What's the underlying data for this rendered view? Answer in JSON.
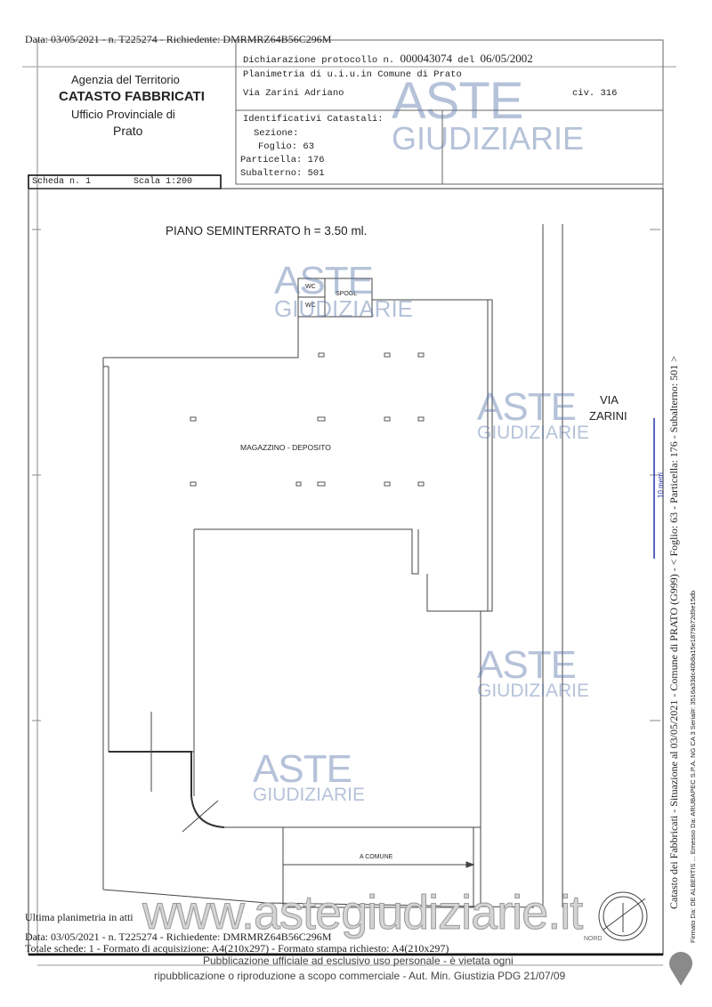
{
  "top_line": "Data: 03/05/2021 - n. T225274 - Richiedente: DMRMRZ64B56C296M",
  "header": {
    "agency": "Agenzia del Territorio",
    "title": "CATASTO FABBRICATI",
    "office": "Ufficio Provinciale di",
    "city": "Prato",
    "declaration_label": "Dichiarazione protocollo n.",
    "declaration_number": "000043074",
    "declaration_del": "del",
    "declaration_date": "06/05/2002",
    "plan_line": "Planimetria di u.i.u.in Comune di Prato",
    "address": "Via Zarini Adriano",
    "civic": "civ. 316",
    "ids_title": "Identificativi Catastali:",
    "sezione": "Sezione:",
    "foglio": "Foglio: 63",
    "particella": "Particella: 176",
    "subalterno": "Subalterno: 501",
    "scheda": "Scheda n. 1",
    "scala": "Scala 1:200"
  },
  "plan": {
    "floor_title": "PIANO SEMINTERRATO h = 3.50 ml.",
    "room_main": "MAGAZZINO - DEPOSITO",
    "wc1": "WC",
    "wc2": "WC",
    "spogl": "SPOGL",
    "street_1": "VIA",
    "street_2": "ZARINI",
    "common": "A COMUNE",
    "north": "NORD",
    "scale_bar": "10 metri"
  },
  "footer": {
    "last_plan": "Ultima planimetria in atti",
    "data_line": "Data: 03/05/2021 - n. T225274 - Richiedente: DMRMRZ64B56C296M",
    "totals": "Totale schede: 1 - Formato di acquisizione: A4(210x297) - Formato stampa richiesto: A4(210x297)",
    "notice_1": "Pubblicazione ufficiale ad esclusivo uso personale - è vietata ogni",
    "notice_2": "ripubblicazione o riproduzione a scopo commerciale - Aut. Min. Giustizia PDG 21/07/09"
  },
  "side": {
    "catasto": "Catasto dei Fabbricati - Situazione al 03/05/2021 - Comune di PRATO (G999) - < Foglio: 63 - Particella: 176 - Subalterno: 501 >",
    "signature": "Firmato Da: DE ALBERTIS ... Emesso Da: ARUBAPEC S.P.A. NG CA 3 Serial#: 3516a33dc40b8a15e1879b72d9e15db"
  },
  "watermark": {
    "aste": "ASTE",
    "giudiziarie": "GIUDIZIARIE",
    "url": "www.astegiudiziarie.it"
  }
}
